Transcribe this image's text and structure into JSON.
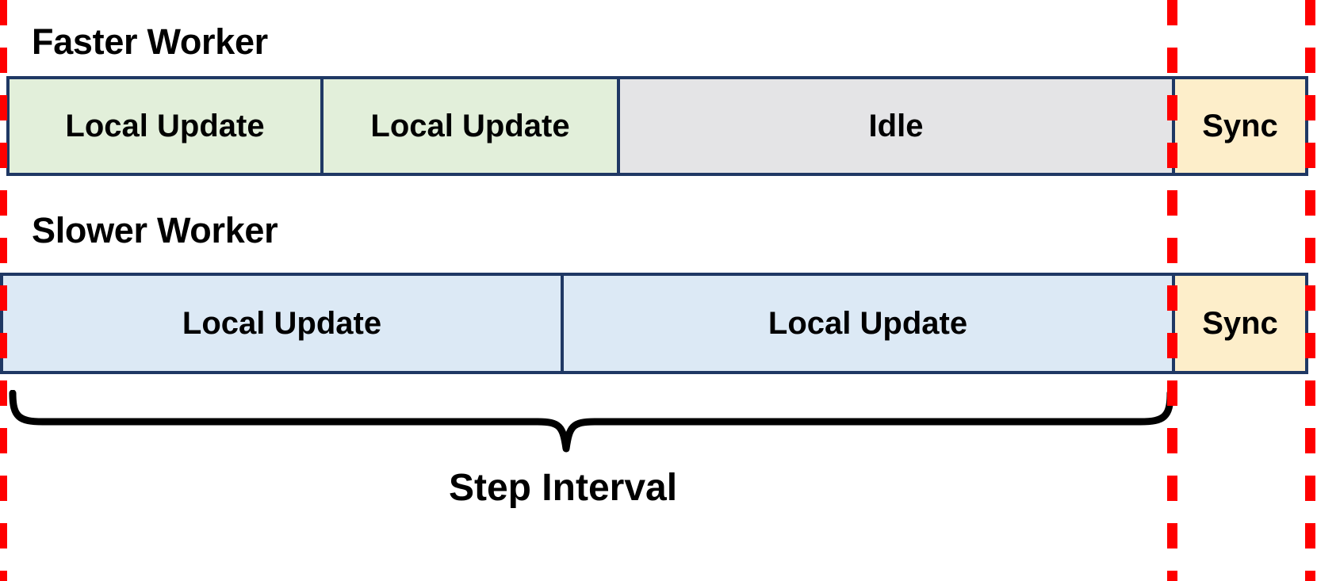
{
  "figure": {
    "caption": "Step Interval",
    "colors": {
      "guide_line": "#FF0000",
      "box_border": "#1F3864",
      "local_update_fast": "#E2EFDA",
      "local_update_slow": "#DCE9F5",
      "idle": "#E4E4E6",
      "sync": "#FDEECA",
      "text": "#000000",
      "background": "#FFFFFF"
    }
  },
  "rows": [
    {
      "label": "Faster Worker",
      "segments": [
        {
          "label": "Local Update",
          "kind": "local-green"
        },
        {
          "label": "Local Update",
          "kind": "local-green"
        },
        {
          "label": "Idle",
          "kind": "idle-gray"
        }
      ],
      "sync": {
        "label": "Sync"
      }
    },
    {
      "label": "Slower Worker",
      "segments": [
        {
          "label": "Local Update",
          "kind": "local-blue"
        },
        {
          "label": "Local Update",
          "kind": "local-blue"
        }
      ],
      "sync": {
        "label": "Sync"
      }
    }
  ],
  "guides": [
    {
      "name": "step-interval-start"
    },
    {
      "name": "step-interval-end"
    },
    {
      "name": "sync-end"
    }
  ]
}
